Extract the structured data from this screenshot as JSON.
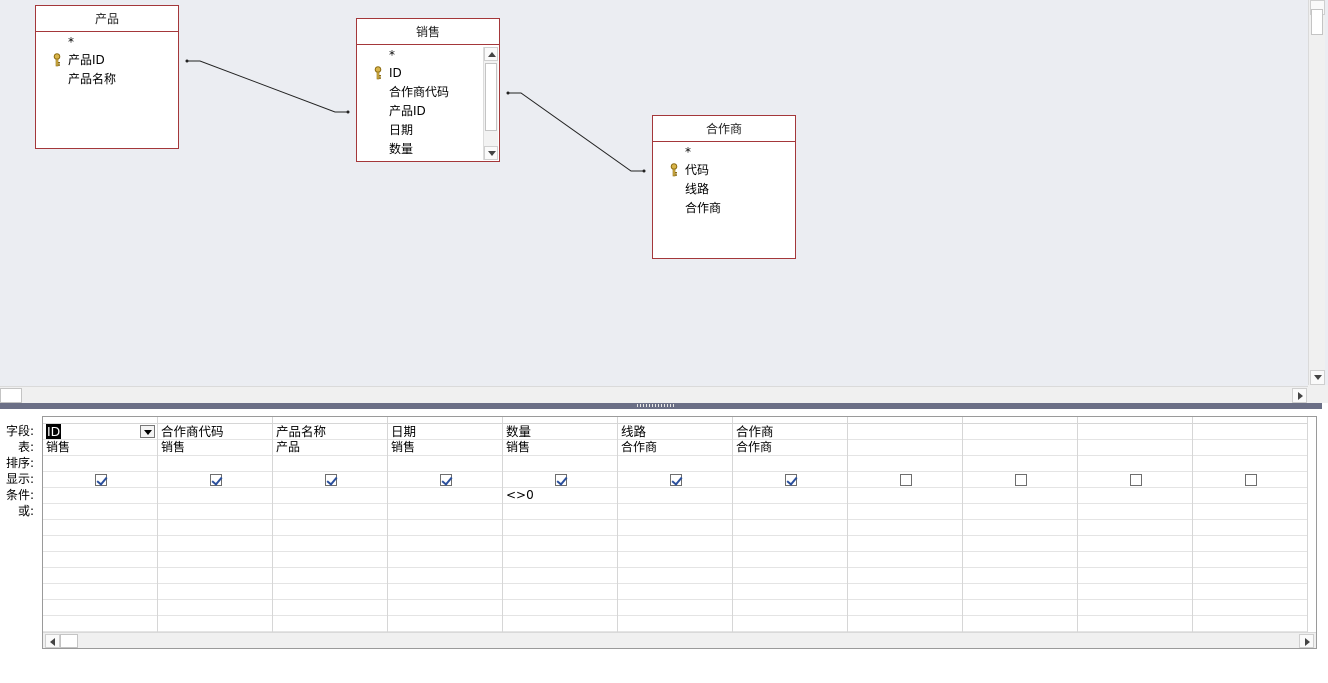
{
  "tables": {
    "product": {
      "title": "产品",
      "star": "*",
      "fields": [
        "产品ID",
        "产品名称"
      ],
      "key_field": "产品ID"
    },
    "sales": {
      "title": "销售",
      "star": "*",
      "fields": [
        "ID",
        "合作商代码",
        "产品ID",
        "日期",
        "数量"
      ],
      "key_field": "ID"
    },
    "partner": {
      "title": "合作商",
      "star": "*",
      "fields": [
        "代码",
        "线路",
        "合作商"
      ],
      "key_field": "代码"
    }
  },
  "icons": {
    "key": "key-icon",
    "scroll_up": "arrow-up-icon",
    "scroll_down": "arrow-down-icon",
    "scroll_left": "arrow-left-icon",
    "scroll_right": "arrow-right-icon"
  },
  "colors": {
    "table_border": "#a4373a",
    "pane_bg": "#ebedf2",
    "splitter": "#6b6f86",
    "check": "#2a4f9c"
  },
  "qbe": {
    "row_labels": [
      "字段:",
      "表:",
      "排序:",
      "显示:",
      "条件:",
      "或:"
    ],
    "columns": [
      {
        "field": "ID",
        "table": "销售",
        "sort": "",
        "show": true,
        "criteria": "",
        "or": ""
      },
      {
        "field": "合作商代码",
        "table": "销售",
        "sort": "",
        "show": true,
        "criteria": "",
        "or": ""
      },
      {
        "field": "产品名称",
        "table": "产品",
        "sort": "",
        "show": true,
        "criteria": "",
        "or": ""
      },
      {
        "field": "日期",
        "table": "销售",
        "sort": "",
        "show": true,
        "criteria": "",
        "or": ""
      },
      {
        "field": "数量",
        "table": "销售",
        "sort": "",
        "show": true,
        "criteria": "<>0",
        "or": ""
      },
      {
        "field": "线路",
        "table": "合作商",
        "sort": "",
        "show": true,
        "criteria": "",
        "or": ""
      },
      {
        "field": "合作商",
        "table": "合作商",
        "sort": "",
        "show": true,
        "criteria": "",
        "or": ""
      },
      {
        "field": "",
        "table": "",
        "sort": "",
        "show": false,
        "criteria": "",
        "or": ""
      },
      {
        "field": "",
        "table": "",
        "sort": "",
        "show": false,
        "criteria": "",
        "or": ""
      },
      {
        "field": "",
        "table": "",
        "sort": "",
        "show": false,
        "criteria": "",
        "or": ""
      },
      {
        "field": "",
        "table": "",
        "sort": "",
        "show": false,
        "criteria": "",
        "or": ""
      }
    ]
  }
}
